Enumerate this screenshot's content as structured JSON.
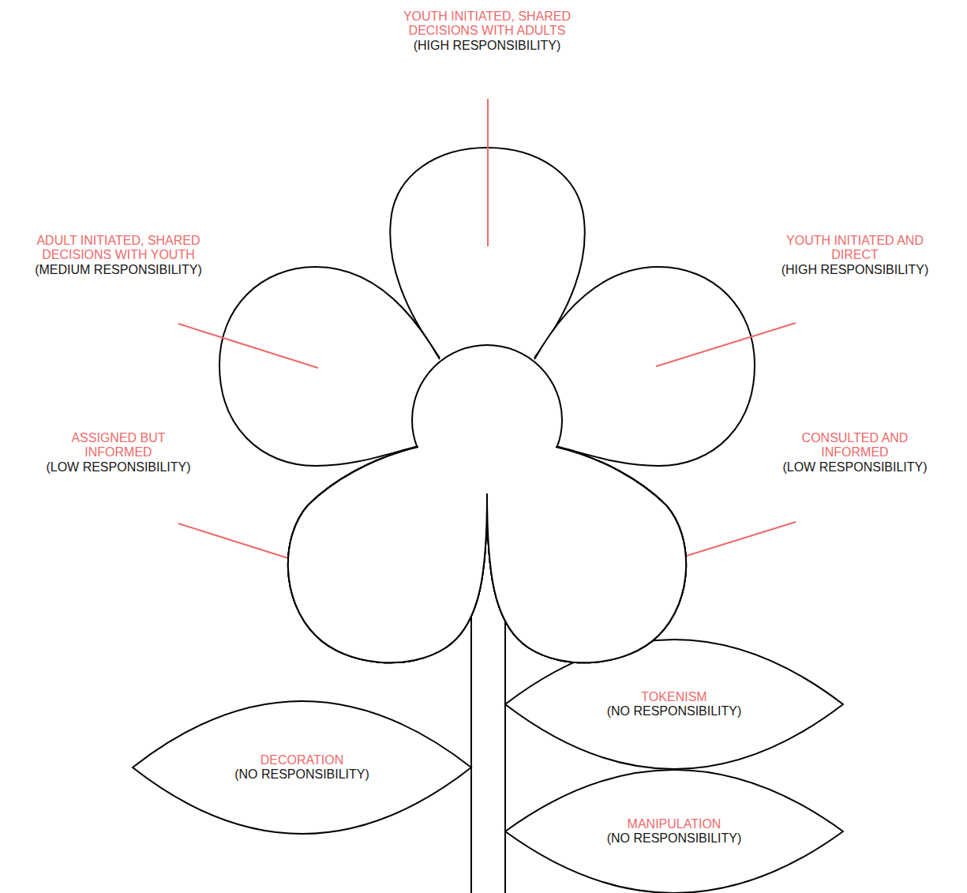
{
  "diagram": {
    "nodes": [
      {
        "text": [
          "TOKENISM",
          "(NO RESPONSIBILITY)"
        ]
      },
      {
        "text": [
          "DECORATION",
          "(NO RESPONSIBILITY)"
        ]
      },
      {
        "text": [
          "MANIPULATION",
          "(NO RESPONSIBILITY)"
        ]
      }
    ],
    "labels": [
      "YOUTH INITIATED, SHARED DECISIONS WITH ADULTS",
      "(HIGH RESPONSIBILITY)",
      "ADULT INITIATED, SHARED DECISIONS WITH YOUTH",
      "(MEDIUM RESPONSIBILITY)",
      "YOUTH INITIATED AND DIRECT",
      "(HIGH RESPONSIBILITY)",
      "ASSIGNED BUT INFORMED",
      "(LOW RESPONSIBILITY)",
      "CONSULTED AND INFORMED",
      "(LOW RESPONSIBILITY)"
    ]
  }
}
